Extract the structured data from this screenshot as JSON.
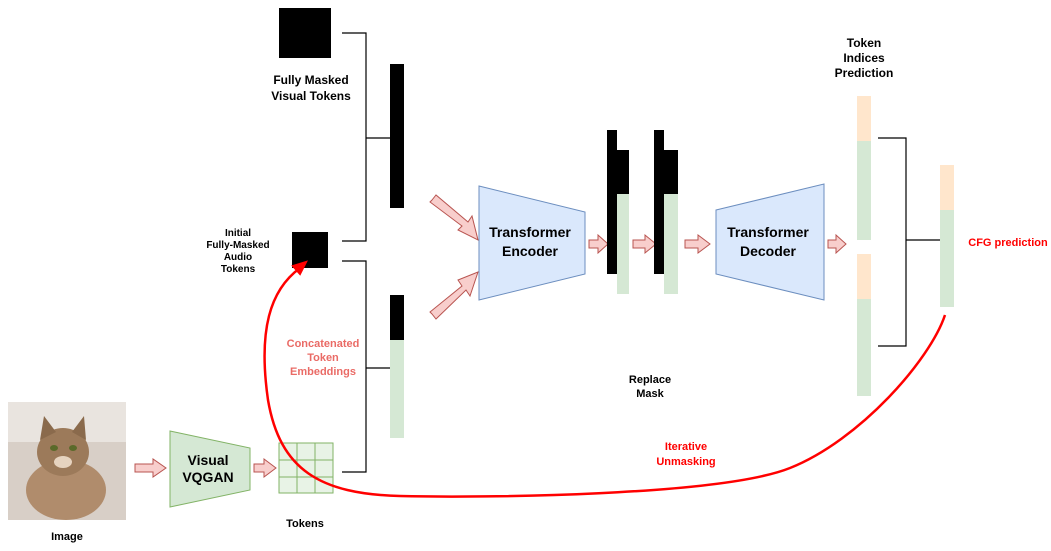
{
  "labels": {
    "fully_masked_visual": [
      "Fully Masked",
      "Visual Tokens"
    ],
    "initial_audio": [
      "Initial",
      "Fully-Masked",
      "Audio",
      "Tokens"
    ],
    "concatenated": [
      "Concatenated",
      "Token",
      "Embeddings"
    ],
    "image": "Image",
    "tokens": "Tokens",
    "replace_mask": [
      "Replace",
      "Mask"
    ],
    "iterative": [
      "Iterative",
      "Unmasking"
    ],
    "token_indices": [
      "Token",
      "Indices",
      "Prediction"
    ],
    "cfg": "CFG prediction"
  },
  "blocks": {
    "vqgan": [
      "Visual",
      "VQGAN"
    ],
    "encoder": [
      "Transformer",
      "Encoder"
    ],
    "decoder": [
      "Transformer",
      "Decoder"
    ]
  },
  "colors": {
    "block_fill": "#dae8fc",
    "block_stroke": "#6c8ebf",
    "vqgan_fill": "#d5e8d4",
    "vqgan_stroke": "#82b366",
    "token_green": "#d5e8d4",
    "token_orange": "#ffe6cc",
    "masked": "#000000",
    "arrow_fill": "#f8cecc",
    "arrow_stroke": "#b85450",
    "highlight_red": "#ff0000",
    "concat_red": "#ea6b66"
  }
}
